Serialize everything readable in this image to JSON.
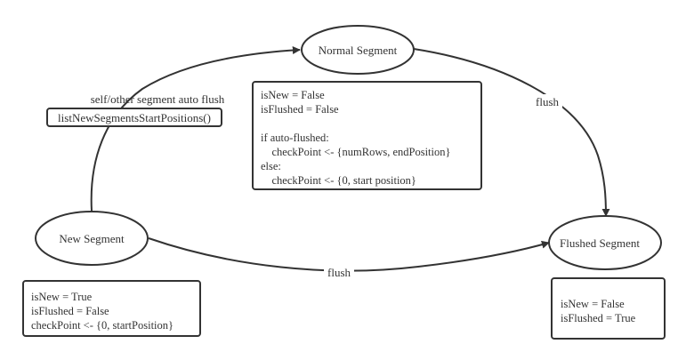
{
  "states": {
    "new_segment": "New Segment",
    "normal_segment": "Normal Segment",
    "flushed_segment": "Flushed Segment"
  },
  "transitions": {
    "new_to_normal_label": "self/other segment auto flush",
    "new_to_normal_method": "listNewSegmentsStartPositions()",
    "normal_to_flushed_label": "flush",
    "new_to_flushed_label": "flush"
  },
  "notes": {
    "normal": [
      "isNew = False",
      "isFlushed = False",
      "",
      "if auto-flushed:",
      "    checkPoint <- {numRows, endPosition}",
      "else:",
      "    checkPoint <- {0, start position}"
    ],
    "new": [
      "isNew = True",
      "isFlushed = False",
      "checkPoint <- {0, startPosition}"
    ],
    "flushed": [
      "isNew = False",
      "isFlushed = True"
    ]
  },
  "colors": {
    "stroke": "#333333",
    "background": "#ffffff"
  }
}
